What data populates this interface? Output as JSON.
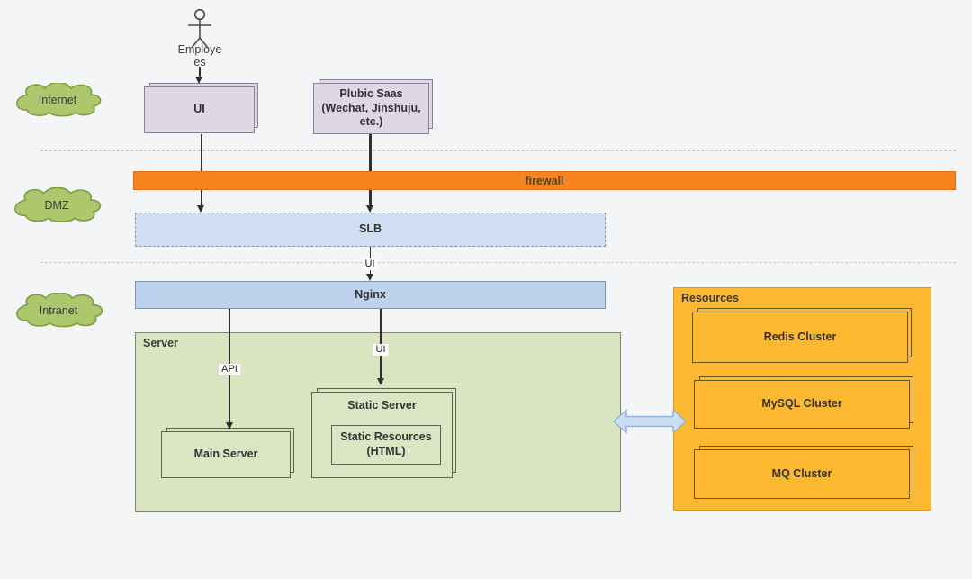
{
  "colors": {
    "background": "#f4f5f7",
    "cloud_green": "#adc76c",
    "firewall_orange": "#f6831d",
    "slb_blue": "#cfdef3",
    "nginx_blue": "#bdd3ed",
    "ui_lavender": "#ded7e5",
    "server_green": "#dbe4c1",
    "resources_amber": "#fcb831",
    "link_arrow_blue": "#cadff4"
  },
  "zones": {
    "internet": "Internet",
    "dmz": "DMZ",
    "intranet": "Intranet"
  },
  "actor": {
    "label": "Employe\nes"
  },
  "nodes": {
    "ui": "UI",
    "saas": "Plubic Saas\n(Wechat, Jinshuju,\netc.)",
    "firewall": "firewall",
    "slb": "SLB",
    "nginx": "Nginx",
    "server_group": "Server",
    "main_server": "Main Server",
    "static_server": "Static Server",
    "static_resources": "Static Resources\n(HTML)",
    "resources_group": "Resources",
    "redis": "Redis Cluster",
    "mysql": "MySQL Cluster",
    "mq": "MQ Cluster"
  },
  "edges": {
    "slb_to_nginx_label": "UI",
    "nginx_to_main_label": "API",
    "nginx_to_static_label": "UI"
  }
}
